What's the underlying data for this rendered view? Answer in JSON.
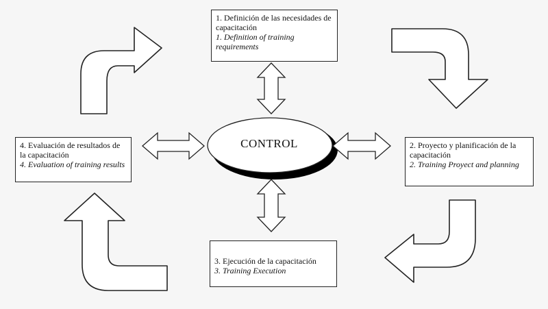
{
  "center": {
    "label": "CONTROL"
  },
  "steps": [
    {
      "es": "1. Definición de las necesidades de capacitación",
      "en": "1. Definition of training requirements"
    },
    {
      "es": "2. Proyecto y planificación de la capacitación",
      "en": "2. Training Proyect and planning"
    },
    {
      "es": "3. Ejecución de la capacitación",
      "en": "3. Training Execution"
    },
    {
      "es": "4. Evaluación de resultados de la capacitación",
      "en": "4. Evaluation of training results"
    }
  ],
  "colors": {
    "stroke": "#222222",
    "fill": "#ffffff",
    "background": "#f6f6f6",
    "shadow": "#000000"
  }
}
